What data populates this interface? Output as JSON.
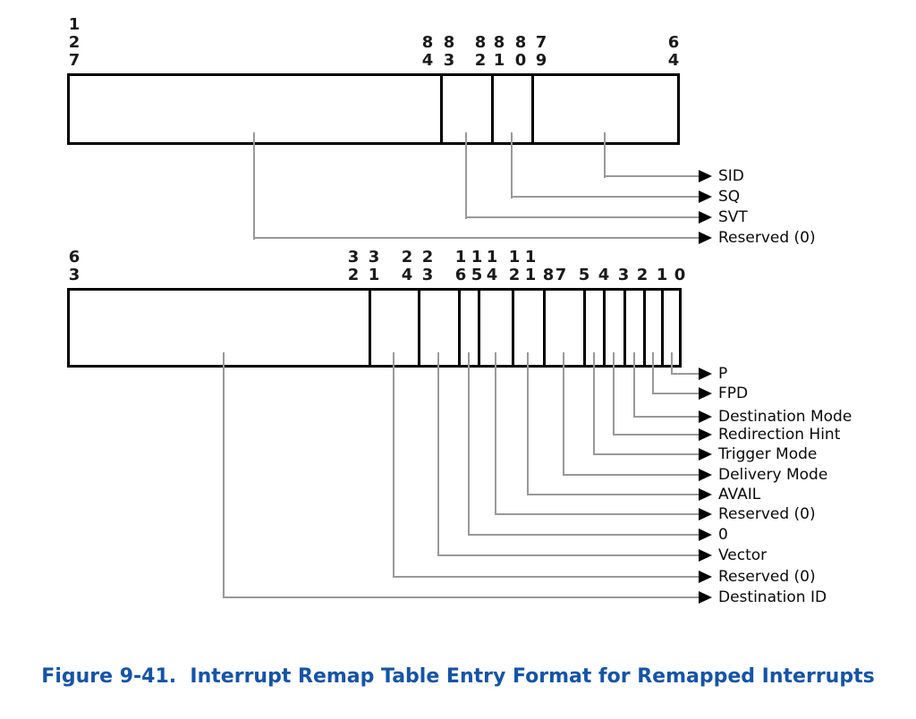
{
  "caption": {
    "text": "Figure 9-41.  Interrupt Remap Table Entry Format for Remapped Interrupts",
    "color": "#1554a6"
  },
  "colors": {
    "box_line": "#000000",
    "callout_line": "#999999",
    "arrow": "#000000"
  },
  "upper_register": {
    "bit_labels": [
      "1\n2\n7",
      "8\n4",
      "8\n3",
      "8\n2",
      "8\n1",
      "8\n0",
      "7\n9",
      "6\n4"
    ],
    "fields": [
      {
        "name": "Reserved (0)",
        "bits": "127:84"
      },
      {
        "name": "SVT",
        "bits": "83:82"
      },
      {
        "name": "SQ",
        "bits": "81:80"
      },
      {
        "name": "SID",
        "bits": "79:64"
      }
    ],
    "callouts": [
      "SID",
      "SQ",
      "SVT",
      "Reserved (0)"
    ]
  },
  "lower_register": {
    "bit_labels": [
      "6\n3",
      "3\n2",
      "3\n1",
      "2\n4",
      "2\n3",
      "1\n6",
      "1\n5",
      "1\n4",
      "1\n2",
      "1\n1",
      "8",
      "7",
      "5",
      "4",
      "3",
      "2",
      "1",
      "0"
    ],
    "fields": [
      {
        "name": "Destination ID",
        "bits": "63:32"
      },
      {
        "name": "Reserved (0)",
        "bits": "31:24"
      },
      {
        "name": "Vector",
        "bits": "23:16"
      },
      {
        "name": "0",
        "bits": "15"
      },
      {
        "name": "Reserved (0)",
        "bits": "14:12"
      },
      {
        "name": "AVAIL",
        "bits": "11:8"
      },
      {
        "name": "Delivery Mode",
        "bits": "7:5"
      },
      {
        "name": "Trigger Mode",
        "bits": "4"
      },
      {
        "name": "Redirection Hint",
        "bits": "3"
      },
      {
        "name": "Destination Mode",
        "bits": "2"
      },
      {
        "name": "FPD",
        "bits": "1"
      },
      {
        "name": "P",
        "bits": "0"
      }
    ],
    "callouts": [
      "P",
      "FPD",
      "Destination Mode",
      "Redirection Hint",
      "Trigger Mode",
      "Delivery Mode",
      "AVAIL",
      "Reserved (0)",
      "0",
      "Vector",
      "Reserved (0)",
      "Destination ID"
    ]
  }
}
